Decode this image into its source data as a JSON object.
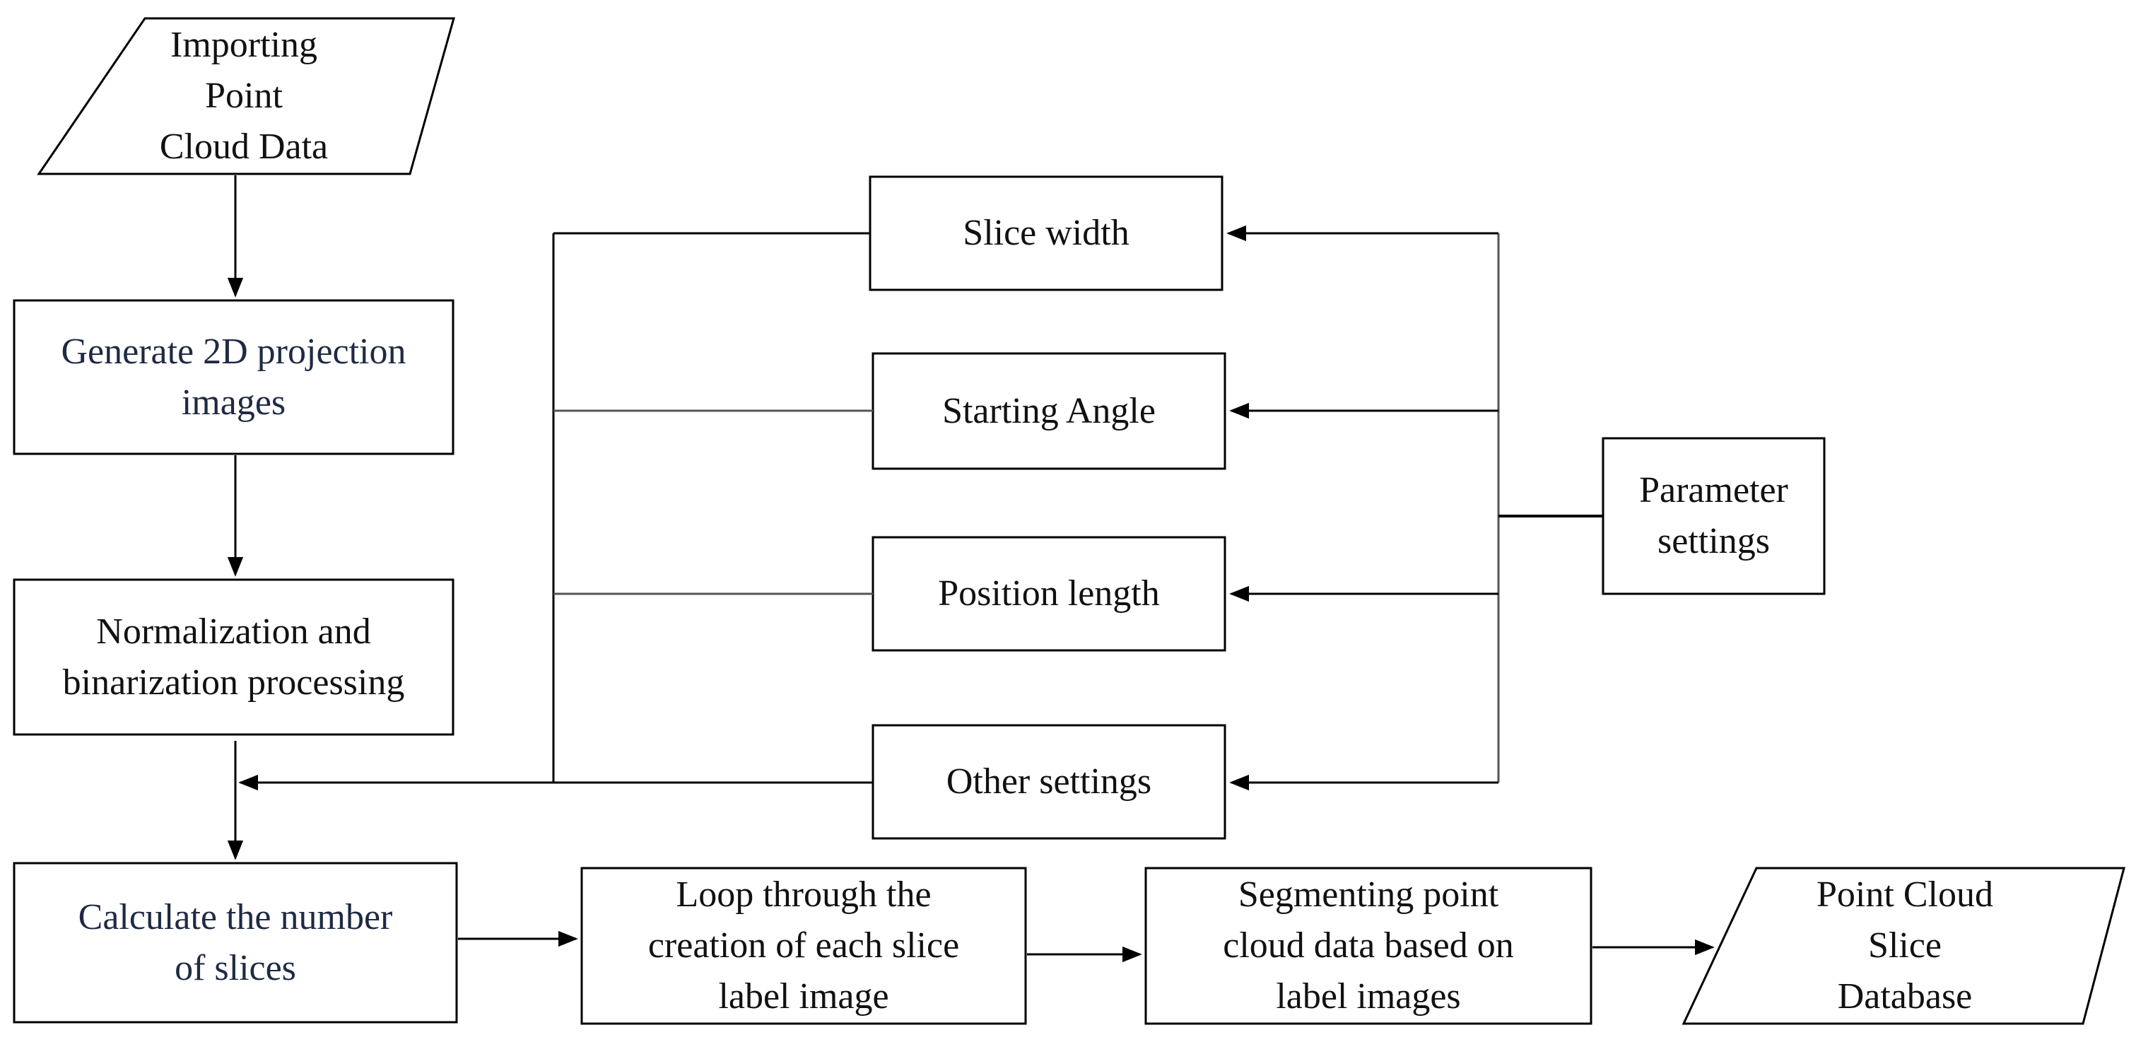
{
  "nodes": {
    "import": "Importing\nPoint\nCloud Data",
    "projection": "Generate 2D projection\nimages",
    "normalization": "Normalization and\nbinarization processing",
    "calculate": "Calculate the number\nof slices",
    "loop": "Loop through the\ncreation of each slice\nlabel image",
    "segment": "Segmenting point\ncloud data based on\nlabel images",
    "database": "Point Cloud\nSlice\nDatabase",
    "slice_width": "Slice width",
    "starting_angle": "Starting Angle",
    "position_length": "Position length",
    "other_settings": "Other settings",
    "parameter_settings": "Parameter\nsettings"
  },
  "colors": {
    "stroke": "#000000",
    "text": "#111111",
    "text_dark_blue": "#1f2a44",
    "background": "#ffffff"
  }
}
